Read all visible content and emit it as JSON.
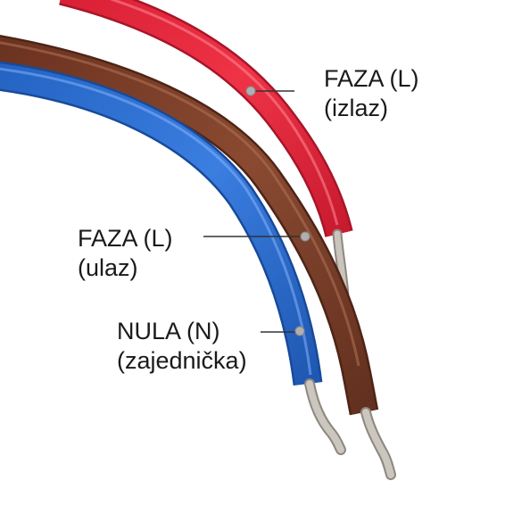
{
  "labels": {
    "red_wire": {
      "line1": "FAZA (L)",
      "line2": "(izlaz)"
    },
    "brown_wire": {
      "line1": "FAZA (L)",
      "line2": "(ulaz)"
    },
    "blue_wire": {
      "line1": "NULA (N)",
      "line2": "(zajednička)"
    }
  },
  "colors": {
    "red_wire": "#e0283c",
    "brown_wire": "#7a3b26",
    "blue_wire": "#2f6fd0",
    "copper_strands": "#b9b4ad",
    "leader_line": "#333333",
    "leader_dot": "#a8a8a8"
  }
}
